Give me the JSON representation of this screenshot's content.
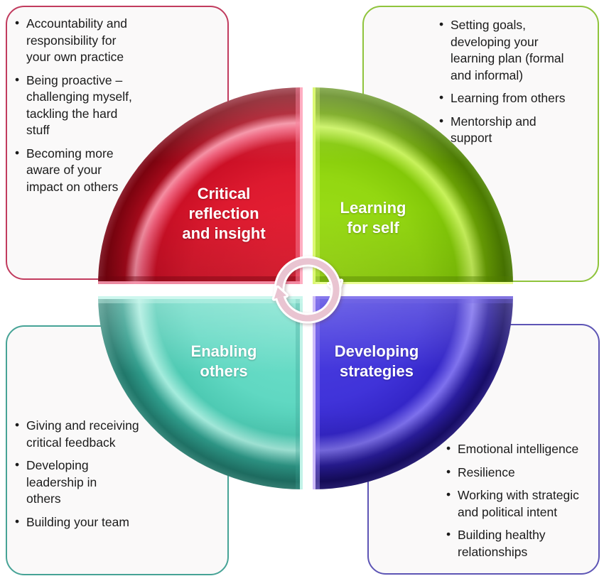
{
  "diagram": {
    "type": "four-quadrant-cycle",
    "center_icon": "clockwise-rotation-arrows",
    "arrow_color": "#e9c4d1",
    "quadrants": {
      "top_left": {
        "label": "Critical reflection and insight",
        "label_lines": [
          "Critical",
          "reflection",
          "and insight"
        ],
        "color": "#dd1a2f"
      },
      "top_right": {
        "label": "Learning for self",
        "label_lines": [
          "Learning",
          "for self"
        ],
        "color": "#93d711"
      },
      "bottom_left": {
        "label": "Enabling others",
        "label_lines": [
          "Enabling",
          "others"
        ],
        "color": "#60d8c2"
      },
      "bottom_right": {
        "label": "Developing strategies",
        "label_lines": [
          "Developing",
          "strategies"
        ],
        "color": "#4033d9"
      }
    }
  },
  "panels": {
    "top_left": {
      "border_color": "#c13b5e",
      "items": [
        [
          "Accountability and",
          "responsibility for",
          "your own practice"
        ],
        [
          "Being proactive –",
          "challenging myself,",
          "tackling the hard",
          "stuff"
        ],
        [
          "Becoming more",
          "aware of your",
          "impact on others"
        ]
      ]
    },
    "top_right": {
      "border_color": "#8fc43c",
      "items": [
        [
          "Setting goals,",
          "developing your",
          "learning plan (formal",
          "and informal)"
        ],
        [
          "Learning from others"
        ],
        [
          "Mentorship and",
          "support"
        ]
      ]
    },
    "bottom_left": {
      "border_color": "#46a396",
      "items": [
        [
          "Giving and receiving",
          "critical feedback"
        ],
        [
          "Developing",
          "leadership in",
          "others"
        ],
        [
          "Building your team"
        ]
      ]
    },
    "bottom_right": {
      "border_color": "#5d55b5",
      "items": [
        [
          "Emotional intelligence"
        ],
        [
          "Resilience"
        ],
        [
          "Working with strategic",
          "and political intent"
        ],
        [
          "Building healthy",
          "relationships"
        ]
      ]
    }
  }
}
